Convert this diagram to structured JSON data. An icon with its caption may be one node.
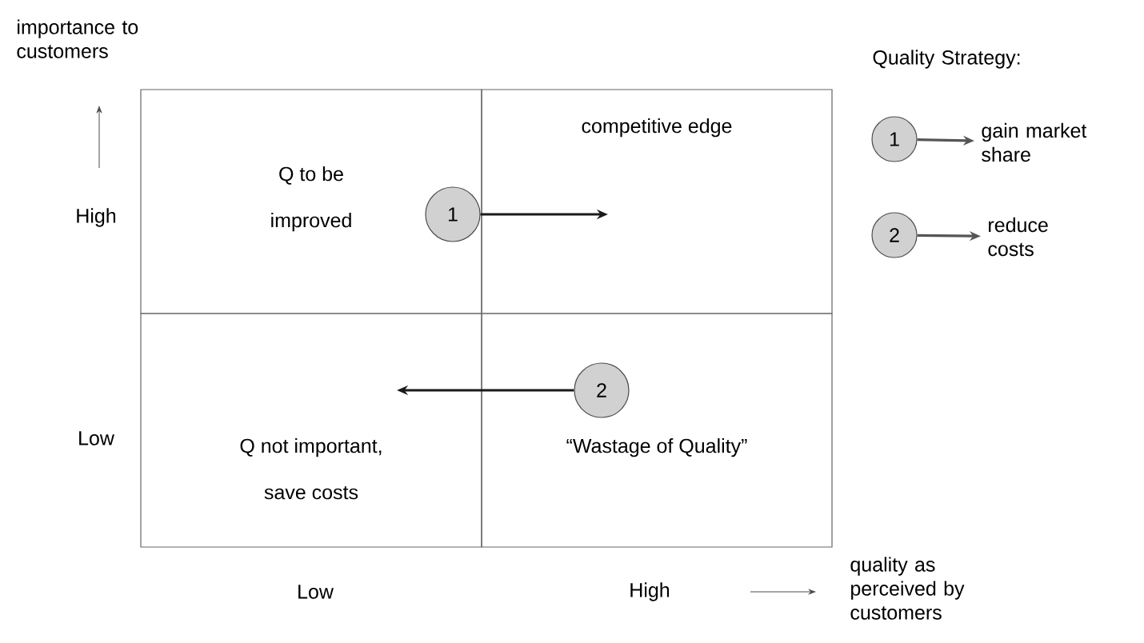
{
  "diagram": {
    "nodes": [
      {
        "text": [
          "Q to be improved"
        ]
      },
      {
        "text": [
          "competitive edge"
        ]
      },
      {
        "text": [
          "Q not important, save costs"
        ]
      },
      {
        "text": [
          "“Wastage of Quality”"
        ]
      },
      {
        "text": [
          "1"
        ],
        "in": 0
      },
      {
        "text": [
          "2"
        ],
        "in": 3
      },
      {
        "text": [
          "1"
        ]
      },
      {
        "text": [
          "2"
        ]
      },
      {
        "text": [
          "gain market share"
        ]
      },
      {
        "text": [
          "reduce costs"
        ]
      }
    ],
    "edges": [
      {
        "from": 4,
        "to": 1,
        "arrow": "to"
      },
      {
        "from": 5,
        "to": 2,
        "arrow": "to"
      },
      {
        "from": 6,
        "to": 8,
        "arrow": "to",
        "color": "#555555"
      },
      {
        "from": 7,
        "to": 9,
        "arrow": "to",
        "color": "#555555"
      }
    ],
    "labels": [
      "importance to customers",
      "Quality Strategy:",
      "High",
      "Low",
      "Low",
      "High",
      "quality as perceived by customers"
    ]
  }
}
